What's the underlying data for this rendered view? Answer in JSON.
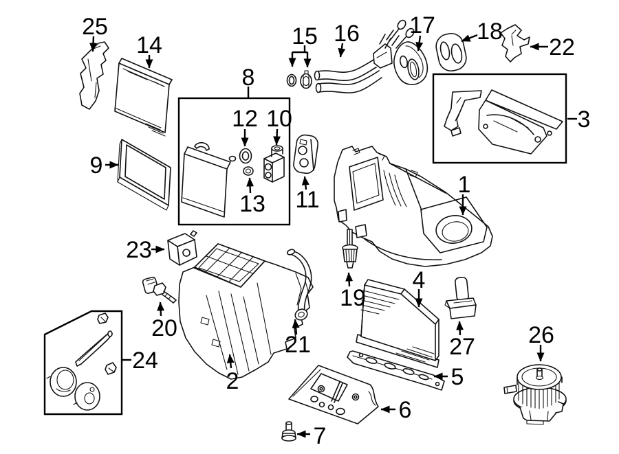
{
  "diagram": {
    "background": "#ffffff",
    "line_color": "#111111",
    "label_color": "#000000",
    "callouts": [
      {
        "number": "1"
      },
      {
        "number": "2"
      },
      {
        "number": "3"
      },
      {
        "number": "4"
      },
      {
        "number": "5"
      },
      {
        "number": "6"
      },
      {
        "number": "7"
      },
      {
        "number": "8"
      },
      {
        "number": "9"
      },
      {
        "number": "10"
      },
      {
        "number": "11"
      },
      {
        "number": "12"
      },
      {
        "number": "13"
      },
      {
        "number": "14"
      },
      {
        "number": "15"
      },
      {
        "number": "16"
      },
      {
        "number": "17"
      },
      {
        "number": "18"
      },
      {
        "number": "19"
      },
      {
        "number": "20"
      },
      {
        "number": "21"
      },
      {
        "number": "22"
      },
      {
        "number": "23"
      },
      {
        "number": "24"
      },
      {
        "number": "25"
      },
      {
        "number": "26"
      },
      {
        "number": "27"
      }
    ]
  }
}
